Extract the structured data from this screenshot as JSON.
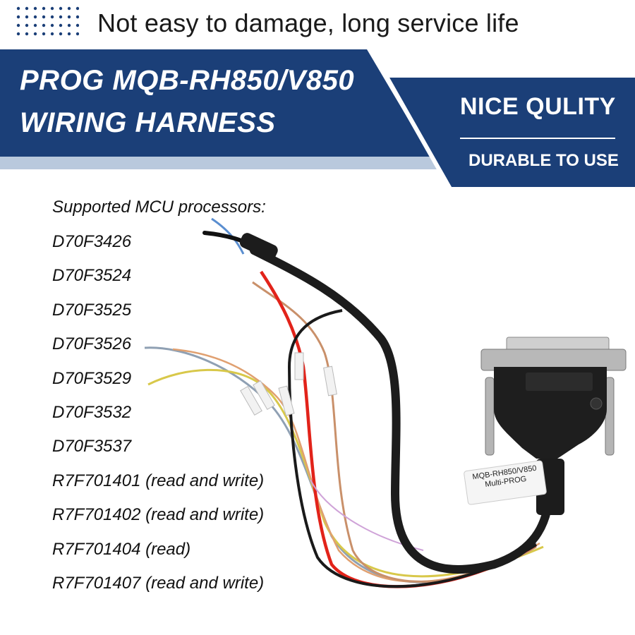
{
  "header": {
    "tagline": "Not easy to damage, long service life"
  },
  "banner": {
    "title_line1": "PROG MQB-RH850/V850",
    "title_line2": "WIRING HARNESS",
    "badge_title": "NICE QULITY",
    "badge_subtitle": "DURABLE TO USE",
    "color_primary": "#1b3f78",
    "color_text": "#ffffff"
  },
  "mcu": {
    "heading": "Supported MCU processors:",
    "items": [
      "D70F3426",
      "D70F3524",
      "D70F3525",
      "D70F3526",
      "D70F3529",
      "D70F3532",
      "D70F3537",
      "R7F701401 (read and write)",
      "R7F701402 (read and write)",
      "R7F701404 (read)",
      "R7F701407 (read and write)"
    ]
  },
  "product": {
    "label_line1": "MQB-RH850/V850",
    "label_line2": "Multi-PROG"
  }
}
